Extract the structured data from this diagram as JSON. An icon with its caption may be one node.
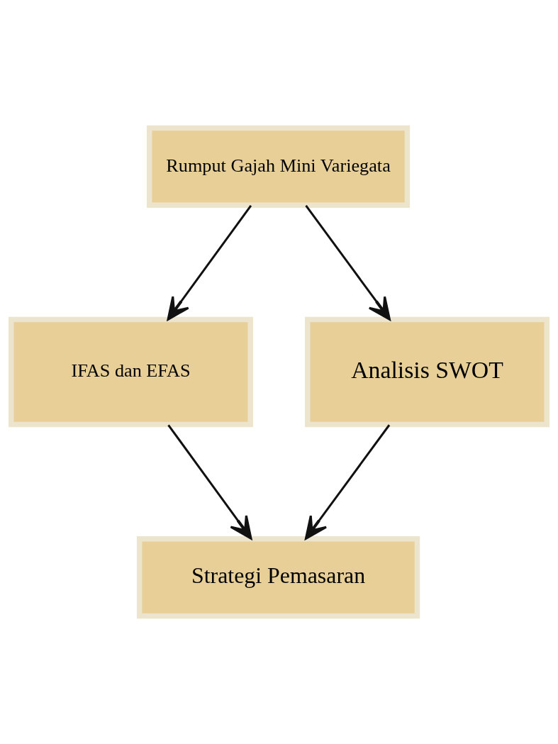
{
  "diagram": {
    "nodes": [
      {
        "text": [
          "Rumput Gajah Mini Variegata"
        ]
      },
      {
        "text": [
          "IFAS dan EFAS"
        ]
      },
      {
        "text": [
          "Analisis SWOT"
        ]
      },
      {
        "text": [
          "Strategi Pemasaran"
        ]
      }
    ],
    "edges": [
      {
        "from": 0,
        "to": 1,
        "arrow": "to"
      },
      {
        "from": 0,
        "to": 2,
        "arrow": "to"
      },
      {
        "from": 1,
        "to": 3,
        "arrow": "to"
      },
      {
        "from": 2,
        "to": 3,
        "arrow": "to"
      }
    ]
  }
}
